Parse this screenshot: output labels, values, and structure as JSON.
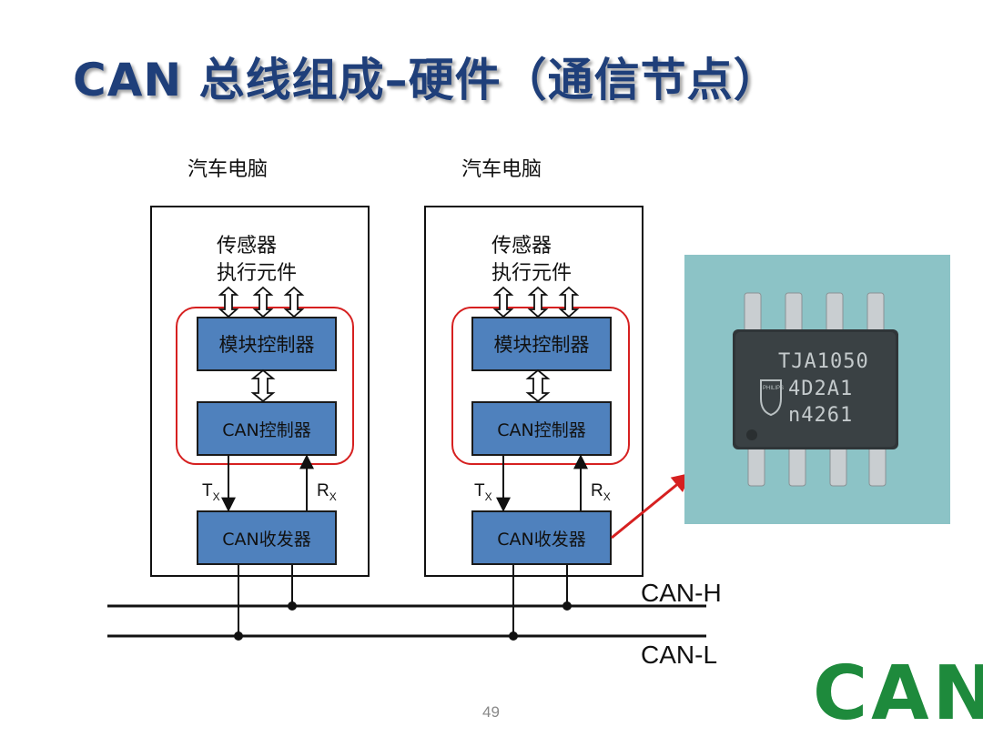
{
  "slide": {
    "title": "CAN 总线组成–硬件（通信节点）",
    "page_number": "49"
  },
  "nodes": [
    {
      "ecu_label": "汽车电脑",
      "sensors_label": "传感器",
      "actuators_label": "执行元件",
      "module_controller": "模块控制器",
      "can_controller": "CAN控制器",
      "can_transceiver": "CAN收发器",
      "tx_label": "T",
      "tx_sub": "X",
      "rx_label": "R",
      "rx_sub": "X"
    },
    {
      "ecu_label": "汽车电脑",
      "sensors_label": "传感器",
      "actuators_label": "执行元件",
      "module_controller": "模块控制器",
      "can_controller": "CAN控制器",
      "can_transceiver": "CAN收发器",
      "tx_label": "T",
      "tx_sub": "X",
      "rx_label": "R",
      "rx_sub": "X"
    }
  ],
  "bus": {
    "high_label": "CAN-H",
    "low_label": "CAN-L"
  },
  "chip_photo": {
    "marking_line1": "TJA1050",
    "marking_line2": "4D2A1",
    "marking_line3": "n4261",
    "brand_mark": "PHILIPS"
  },
  "logo": {
    "text": "CAN",
    "color": "#1e8a3c"
  },
  "colors": {
    "block_fill": "#4f81bd",
    "highlight_ring": "#d62020",
    "title": "#1f3f7a",
    "pointer_arrow": "#d62020"
  }
}
